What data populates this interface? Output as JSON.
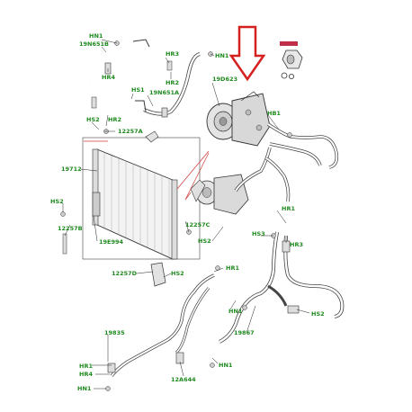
{
  "arrow_color": "#d62020",
  "label_color": "#1f8a1f",
  "highlight_color": "#c0304a",
  "labels": {
    "hn1_top": "HN1",
    "p19n651b": "19N651B",
    "hr3_top": "HR3",
    "hr4": "HR4",
    "hn1_comp": "HN1",
    "hr2_top": "HR2",
    "p19d623": "19D623",
    "hs1": "HS1",
    "p19n651a": "19N651A",
    "hs2_a": "HS2",
    "hr2_mid": "HR2",
    "hb1": "HB1",
    "p12257a": "12257A",
    "p19712": "19712",
    "hs2_b": "HS2",
    "p12257b": "12257B",
    "p19e994": "19E994",
    "p12257c": "12257C",
    "hs2_c": "HS2",
    "hr1_a": "HR1",
    "hs3": "HS3",
    "hr3_b": "HR3",
    "p12257d": "12257D",
    "hs2_d": "HS2",
    "hr1_b": "HR1",
    "hn1_mid": "HN1",
    "hs2_e": "HS2",
    "p19835": "19835",
    "p19867": "19867",
    "hr1_c": "HR1",
    "hr4_b": "HR4",
    "hn1_bot": "HN1",
    "p12a644": "12A644",
    "hn1_last": "HN1"
  }
}
